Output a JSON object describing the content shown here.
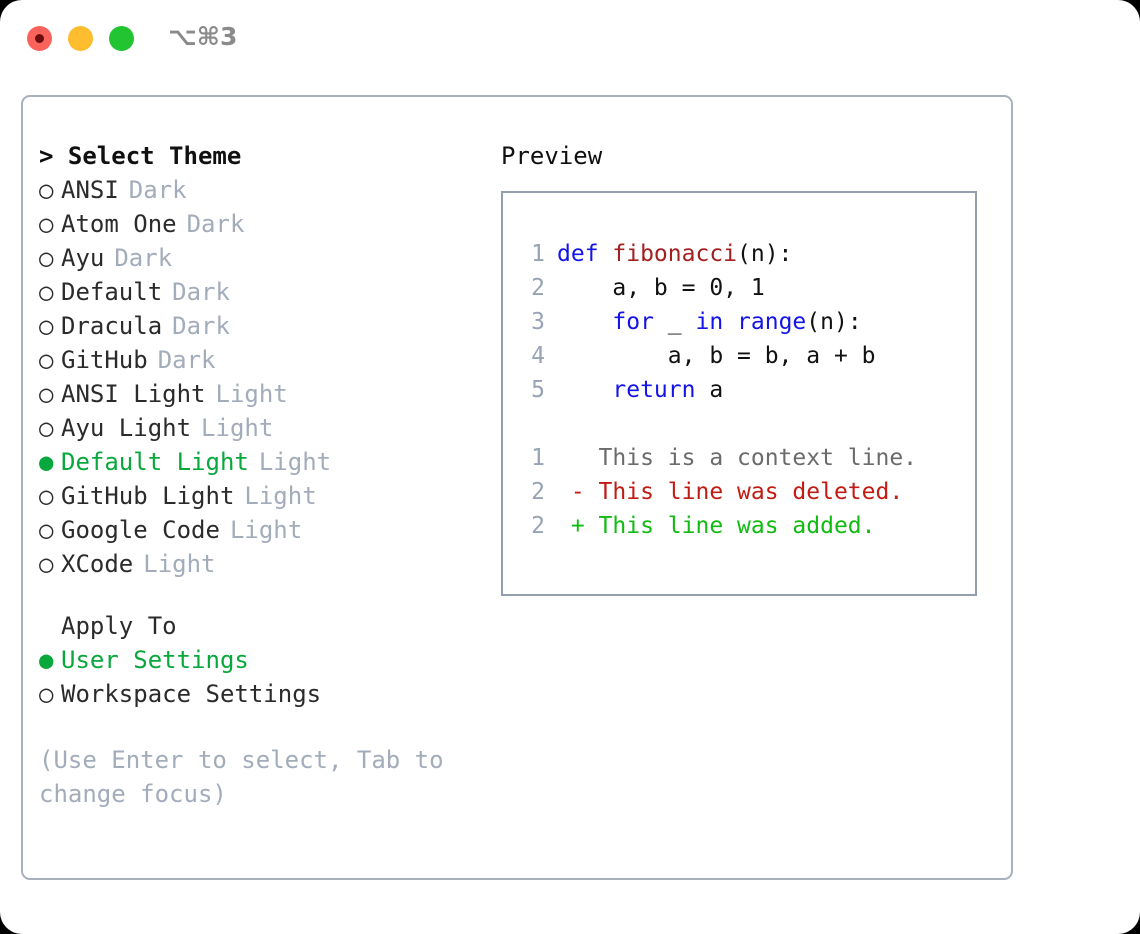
{
  "window": {
    "traffic_lights": [
      {
        "name": "close",
        "color": "#fa625c"
      },
      {
        "name": "minimize",
        "color": "#fdbd2f"
      },
      {
        "name": "maximize",
        "color": "#22c531"
      }
    ],
    "shortcut": "⌥⌘3"
  },
  "left": {
    "heading": "> Select Theme",
    "themes": [
      {
        "bullet": "○",
        "label": "ANSI",
        "tag": "Dark",
        "selected": false
      },
      {
        "bullet": "○",
        "label": "Atom One",
        "tag": "Dark",
        "selected": false
      },
      {
        "bullet": "○",
        "label": "Ayu",
        "tag": "Dark",
        "selected": false
      },
      {
        "bullet": "○",
        "label": "Default",
        "tag": "Dark",
        "selected": false
      },
      {
        "bullet": "○",
        "label": "Dracula",
        "tag": "Dark",
        "selected": false
      },
      {
        "bullet": "○",
        "label": "GitHub",
        "tag": "Dark",
        "selected": false
      },
      {
        "bullet": "○",
        "label": "ANSI Light",
        "tag": "Light",
        "selected": false
      },
      {
        "bullet": "○",
        "label": "Ayu Light",
        "tag": "Light",
        "selected": false
      },
      {
        "bullet": "●",
        "label": "Default Light",
        "tag": "Light",
        "selected": true
      },
      {
        "bullet": "○",
        "label": "GitHub Light",
        "tag": "Light",
        "selected": false
      },
      {
        "bullet": "○",
        "label": "Google Code",
        "tag": "Light",
        "selected": false
      },
      {
        "bullet": "○",
        "label": "XCode",
        "tag": "Light",
        "selected": false
      }
    ],
    "apply_to": {
      "heading": "Apply To",
      "options": [
        {
          "bullet": "●",
          "label": "User Settings",
          "selected": true
        },
        {
          "bullet": "○",
          "label": "Workspace Settings",
          "selected": false
        }
      ]
    },
    "hint": "(Use Enter to select, Tab to change focus)"
  },
  "right": {
    "heading": "Preview",
    "code_lines": [
      {
        "num": "1",
        "tokens": [
          {
            "t": "def ",
            "c": "kw"
          },
          {
            "t": "fibonacci",
            "c": "fn"
          },
          {
            "t": "(n):",
            "c": "code-src"
          }
        ]
      },
      {
        "num": "2",
        "tokens": [
          {
            "t": "    a, b = 0, 1",
            "c": "code-src"
          }
        ]
      },
      {
        "num": "3",
        "tokens": [
          {
            "t": "    ",
            "c": "code-src"
          },
          {
            "t": "for",
            "c": "kw"
          },
          {
            "t": " _ ",
            "c": "code-src"
          },
          {
            "t": "in",
            "c": "kw"
          },
          {
            "t": " ",
            "c": "code-src"
          },
          {
            "t": "range",
            "c": "kw"
          },
          {
            "t": "(n):",
            "c": "code-src"
          }
        ]
      },
      {
        "num": "4",
        "tokens": [
          {
            "t": "        a, b = b, a + b",
            "c": "code-src"
          }
        ]
      },
      {
        "num": "5",
        "tokens": [
          {
            "t": "    ",
            "c": "code-src"
          },
          {
            "t": "return",
            "c": "kw"
          },
          {
            "t": " a",
            "c": "code-src"
          }
        ]
      }
    ],
    "diff_lines": [
      {
        "num": "1",
        "tokens": [
          {
            "t": "   This is a context line.",
            "c": "ctx"
          }
        ]
      },
      {
        "num": "2",
        "tokens": [
          {
            "t": " - This line was deleted.",
            "c": "del"
          }
        ]
      },
      {
        "num": "2",
        "tokens": [
          {
            "t": " + This line was added.",
            "c": "add"
          }
        ]
      }
    ]
  },
  "colors": {
    "accent_green": "#09a83d",
    "muted": "#a3acba",
    "keyword_blue": "#1414e8",
    "function_red": "#a32020",
    "diff_add": "#11bb11",
    "diff_del": "#c11b14",
    "border": "#a8b0bd"
  }
}
